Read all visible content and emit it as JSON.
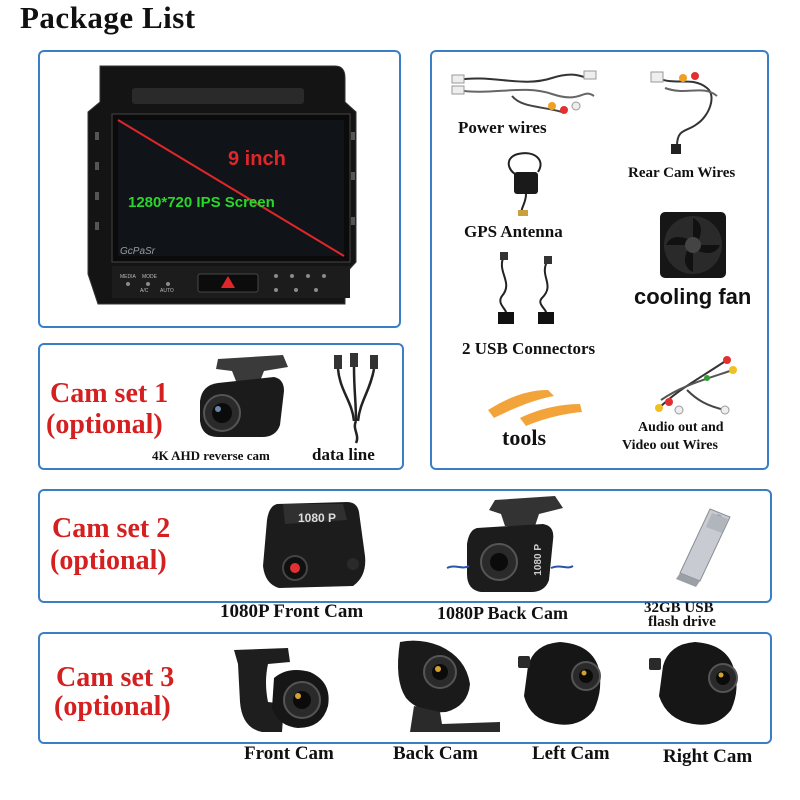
{
  "page_title": "Package List",
  "head_unit": {
    "size_text": "9 inch",
    "resolution_text": "1280*720 IPS Screen",
    "brand_watermark": "GcPaSr",
    "button_labels": [
      "MEDIA",
      "MODE",
      "A/C",
      "AUTO"
    ]
  },
  "accessories": {
    "power_wires": "Power wires",
    "rear_cam_wires": "Rear Cam Wires",
    "gps_antenna": "GPS Antenna",
    "cooling_fan": "cooling fan",
    "usb_connectors": "2 USB Connectors",
    "tools": "tools",
    "av_wires_line1": "Audio out and",
    "av_wires_line2": "Video out Wires"
  },
  "cam_set_1": {
    "title_line1": "Cam set 1",
    "title_line2": "(optional)",
    "reverse_cam_label": "4K AHD reverse cam",
    "data_line_label": "data line"
  },
  "cam_set_2": {
    "title_line1": "Cam set 2",
    "title_line2": "(optional)",
    "front_cam_label": "1080P Front Cam",
    "back_cam_label": "1080P Back Cam",
    "usb_line1": "32GB USB",
    "usb_line2": "flash drive",
    "front_cam_marking": "1080 P",
    "back_cam_marking": "1080 P"
  },
  "cam_set_3": {
    "title_line1": "Cam set 3",
    "title_line2": "(optional)",
    "front_cam_label": "Front Cam",
    "back_cam_label": "Back Cam",
    "left_cam_label": "Left Cam",
    "right_cam_label": "Right Cam"
  },
  "colors": {
    "border_blue": "#3a7fc6",
    "accent_red": "#d42020",
    "screen_green": "#2bd62b"
  }
}
